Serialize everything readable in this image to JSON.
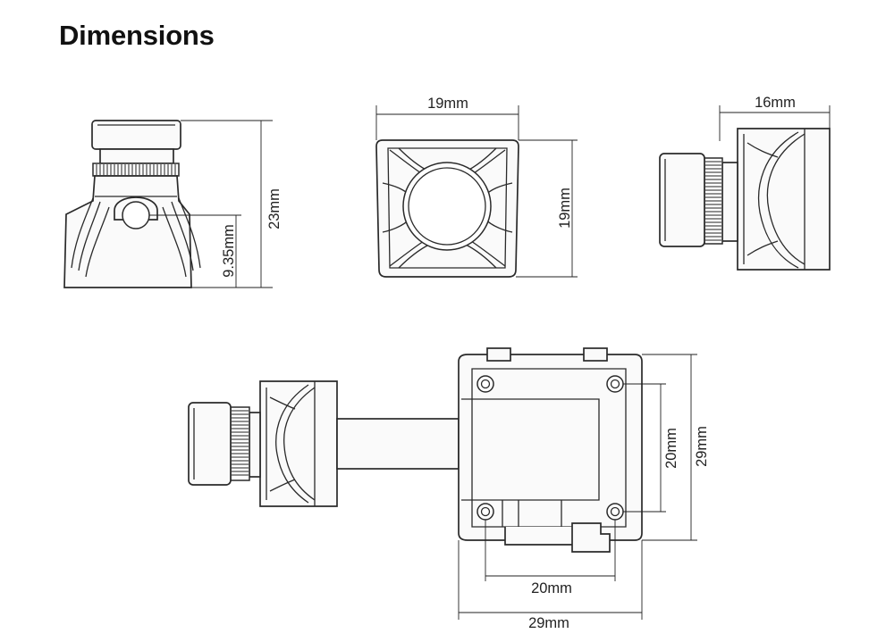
{
  "title": "Dimensions",
  "views": {
    "front": {
      "height_label": "23mm",
      "lens_axis_label": "9.35mm"
    },
    "lens_face": {
      "width_label": "19mm",
      "height_label": "19mm"
    },
    "side": {
      "depth_label": "16mm"
    },
    "assembly": {
      "hole_vertical_label": "20mm",
      "bracket_height_label": "29mm",
      "hole_horizontal_label": "20mm",
      "bracket_width_label": "29mm"
    }
  },
  "colors": {
    "line": "#222222",
    "background": "#ffffff"
  }
}
